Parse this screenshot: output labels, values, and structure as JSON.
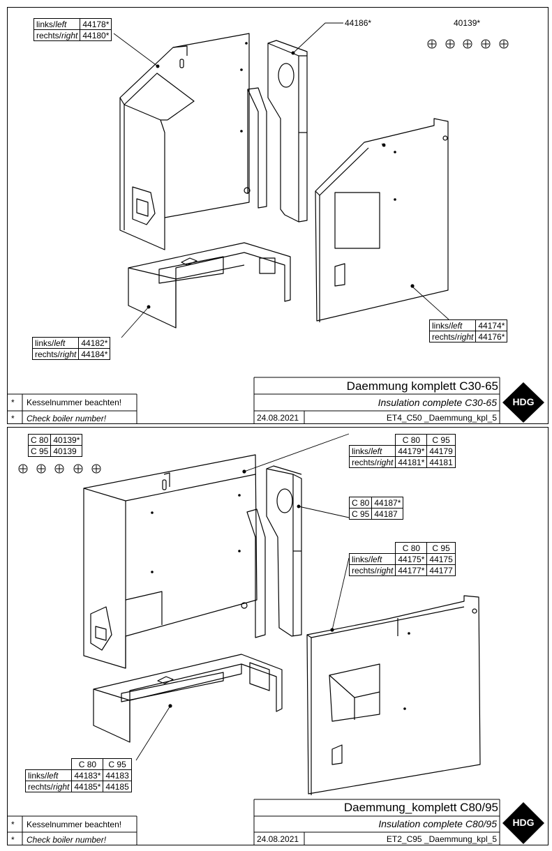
{
  "top": {
    "part_side_plate_left_right": {
      "links": "links/",
      "links_it": "left",
      "rechts": "rechts/",
      "rechts_it": "right",
      "left_no": "44178*",
      "right_no": "44180*"
    },
    "part_flue": "44186*",
    "part_screws": "40139*",
    "part_bottom": {
      "links": "links/",
      "links_it": "left",
      "rechts": "rechts/",
      "rechts_it": "right",
      "left_no": "44182*",
      "right_no": "44184*"
    },
    "part_front": {
      "links": "links/",
      "links_it": "left",
      "rechts": "rechts/",
      "rechts_it": "right",
      "left_no": "44174*",
      "right_no": "44176*"
    },
    "titleblock": {
      "title_de": "Daemmung komplett C30-65",
      "title_en": "Insulation complete C30-65",
      "date": "24.08.2021",
      "drawing_no": "ET4_C50 _Daemmung_kpl_5",
      "logo": "HDG"
    },
    "notes": {
      "star": "*",
      "de": "Kesselnummer beachten!",
      "en": "Check boiler number!"
    }
  },
  "bottom": {
    "screws": {
      "rows": [
        {
          "model": "C 80",
          "no": "40139*"
        },
        {
          "model": "C 95",
          "no": "40139"
        }
      ]
    },
    "back_plate": {
      "h1": "C 80",
      "h2": "C 95",
      "rows": [
        {
          "a": "links/",
          "a_it": "left",
          "c80": "44179*",
          "c95": "44179"
        },
        {
          "a": "rechts/",
          "a_it": "right",
          "c80": "44181*",
          "c95": "44181"
        }
      ]
    },
    "flue": {
      "rows": [
        {
          "model": "C 80",
          "no": "44187*"
        },
        {
          "model": "C 95",
          "no": "44187"
        }
      ]
    },
    "front": {
      "h1": "C 80",
      "h2": "C 95",
      "rows": [
        {
          "a": "links/",
          "a_it": "left",
          "c80": "44175*",
          "c95": "44175"
        },
        {
          "a": "rechts/",
          "a_it": "right",
          "c80": "44177*",
          "c95": "44177"
        }
      ]
    },
    "base": {
      "h1": "C 80",
      "h2": "C 95",
      "rows": [
        {
          "a": "links/",
          "a_it": "left",
          "c80": "44183*",
          "c95": "44183"
        },
        {
          "a": "rechts/",
          "a_it": "right",
          "c80": "44185*",
          "c95": "44185"
        }
      ]
    },
    "titleblock": {
      "title_de": "Daemmung_komplett C80/95",
      "title_en": "Insulation complete C80/95",
      "date": "24.08.2021",
      "drawing_no": "ET2_C95 _Daemmung_kpl_5",
      "logo": "HDG"
    },
    "notes": {
      "star": "*",
      "de": "Kesselnummer beachten!",
      "en": "Check boiler number!"
    }
  }
}
